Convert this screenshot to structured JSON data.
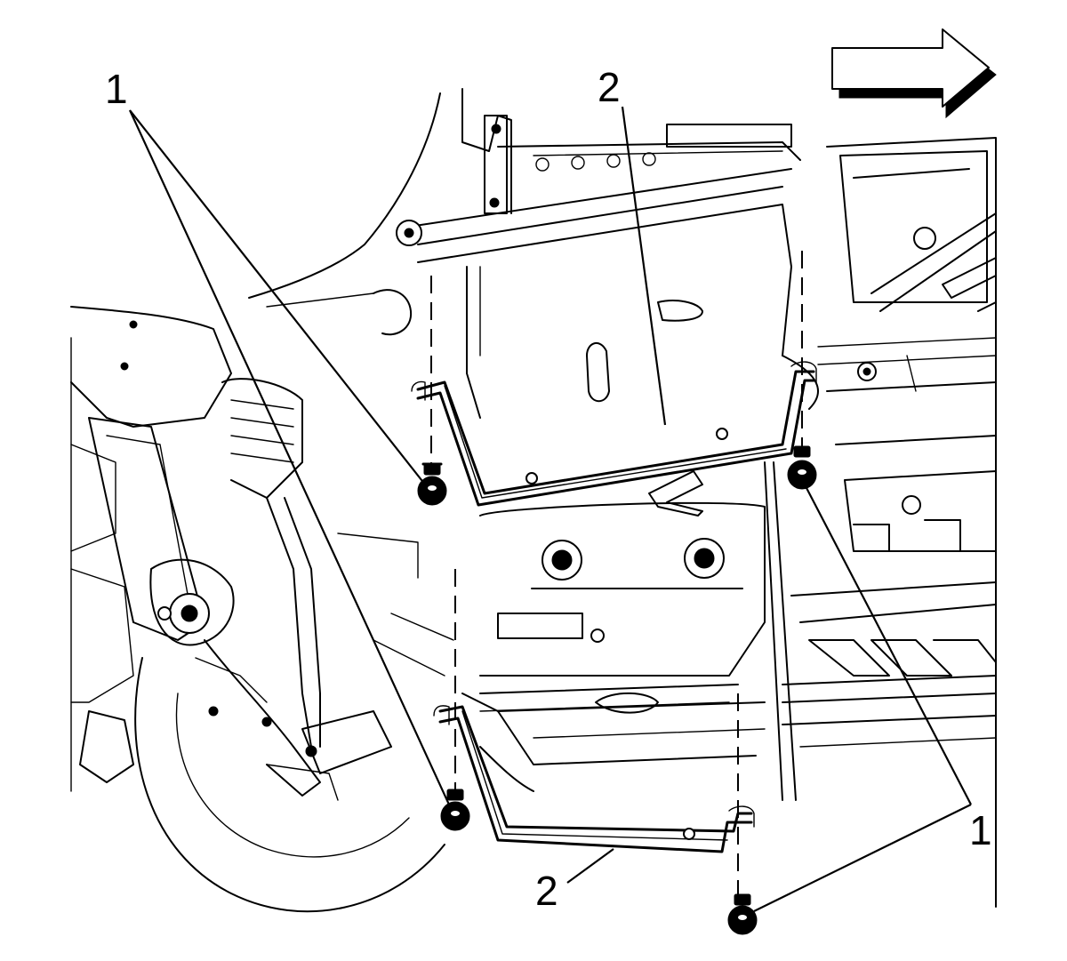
{
  "callouts": {
    "fastener_left": "1",
    "fastener_right": "1",
    "brace_upper": "2",
    "brace_lower": "2"
  },
  "direction_arrow": {
    "icon": "forward-direction-arrow-icon"
  },
  "colors": {
    "line": "#000000",
    "background": "#ffffff"
  }
}
